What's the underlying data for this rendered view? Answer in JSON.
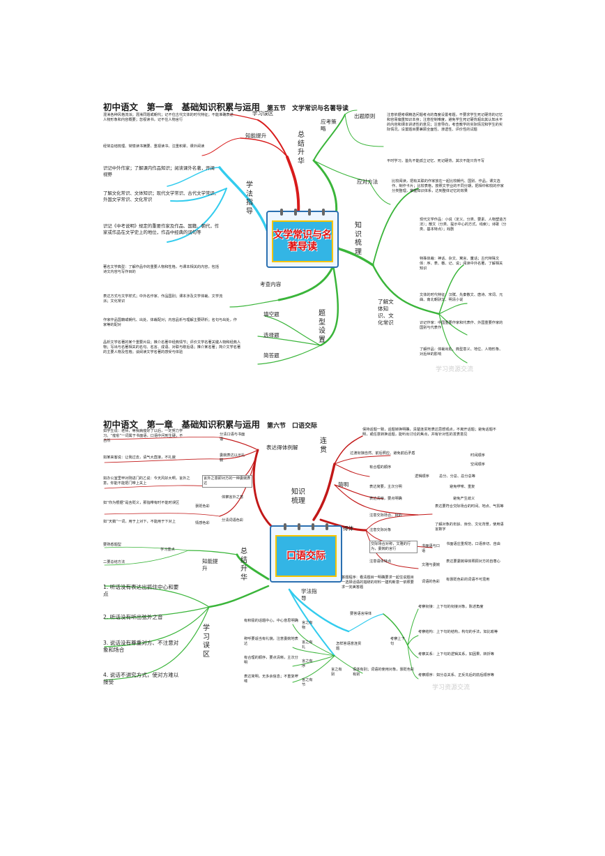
{
  "panel1": {
    "header": "初中语文　第一章　基础知识积累与运用",
    "section": "第五节　文学常识与名著导读",
    "center": "文学常识与名著导读",
    "branches": {
      "zongjie": "总结升华",
      "xuefa": "学法指导",
      "yingkao": "应考策略",
      "zhishi": "知识梳理",
      "kaocha": "考查内容",
      "tixing": "题型设置",
      "liaojie": "了解文体知识、文化常识"
    },
    "labels": {
      "xuexi_wuqu": "学习误区",
      "zhineng_tisheng": "知能提升",
      "chuti_yuanze": "出题原则",
      "yingdui_fangfa": "应对方法",
      "tiankong": "填空题",
      "xuanze": "选择题",
      "jianda": "简答题"
    },
    "texts": {
      "wuqu": "混淆各种风格流派；混淆同题或朝代；记不住古代文体的时代特征；不能准确表述人物形象和内容概要；忽视读书，记不住人物言行",
      "tisheng": "经常总结梳理、常憶读书摘要、重视读书、注重积累、课外阅读",
      "xf1": "识记中外作家；了解课内作品知识；阅读课外名著，开阔视野",
      "xf2": "了解文化常识、文体知识；现代文学常识、古代文学常识、外国文学常识、文化常识",
      "xf3": "识记《中考说明》规定的重要作家及作品、国籍、朝代，作家或作品在文学史上的地位，作品中经典的词句等",
      "kc1": "著名文学典型：了解作品中的重要人物和性格，与课本相关的内容，包括诗文内容与写作目的",
      "kc2": "表达方式与文学样式；中外名作家、作品国别；课本涉及文学体裁、文学流派；文化常识",
      "tk": "作家作品国籍或朝代、出处、体裁配对；内容品析与理解主要研析；名句与出处，作家等的配对",
      "jd": "品析文学名著的某个重要片段；推介名著中经典情节；评价文学名著关键人物和经典人物；写出与名著相关的名句、名言、成语、对联与歇后语；推介某名著；简介文学名著的主要人物及性格；谈阅读文学名著的感受与体验",
      "yz": "注意依据考纲精选问题考点的角度设置考题，不要求学生死记硬背的记忆和容易偏重知识本身；注意控制难度，避免学生死记硬背超出其认知水平的内容和课本讲述性的意见；注意导向，考查教学的实际情况和学生的实际情况，设置题目要兼顾全面性、渗透性、评价性的试题",
      "ying": "平时学习，首先不能孤立记忆、死记硬背，其次不能只背不写",
      "fangfa": "比较阅读，把有关联的作家放在一起比较朝代、国别、作品，课文选作、制作卡片；比较表格，按照文学业的不同分期，把相中和较的作家分类整理，掌握知识体系，达到整体记忆的效果",
      "xd": "现代文学作品：小说（定义、分类、要素、人物塑造方法）；散文（分类、提示中心的方式、线索）；诗歌（分类、基本特点）；戏剧",
      "ts": "特殊体裁：神话、杂文、寓言、童话；古代特殊文体：序、表、檄、记、说；阅读中外名著，了解相关知识",
      "ws": "文体的时代特征：汉赋、先秦散文、唐诗、宋词、元曲、南北朝骈文、明清小说",
      "sj": "识记作家：中国重要作家和代表作、外国重要作家的国别与代表作",
      "lz": "了解作品：体裁出处、典型意义、地位、人物形象、对后世的影响"
    },
    "watermark": "学习资源交流"
  },
  "panel2": {
    "header": "初中语文　第一章　基础知识积累与运用",
    "section": "第六节　口语交际",
    "center": "口语交际",
    "branches": {
      "zhishi": "知识梳理",
      "zongjie": "总结升华",
      "xuefa": "学法指导",
      "lianguan": "连贯",
      "jianming": "简明",
      "deti": "得体",
      "biaoda": "表达得体例解",
      "zhineng": "知能提升",
      "wuqu": "学习误区"
    },
    "labels": {
      "guoduo": "过渡衔接自然、前后照应、避免前后矛盾",
      "youheli": "有合理的顺序",
      "shijian": "时间顺序",
      "kongjian": "空间顺序",
      "luoji": "逻辑顺序",
      "luoji_sub": "总分、分总、总分总等",
      "jianjie": "表达简要，主次分明",
      "bimian": "避免啰嗦、重复",
      "qingxi": "表达清晰，要点明确",
      "bimian2": "避免产生歧义",
      "zhuyi_changhe": "注意交际场合、目的",
      "zhuyi_duixiang": "注意交际对象",
      "zhuyi_yuti": "注意语体特点",
      "shumian": "书面语与口语",
      "wenya": "文雅与委婉",
      "ciyu": "词语的色彩",
      "fenqing": "分清口语与书面语",
      "weiwan": "委婉表达以示礼貌",
      "tichayan": "体察言外之意",
      "fenqingci": "分清词语色彩",
      "baobian": "褒贬色彩",
      "qinggan": "情感色彩",
      "zhongdian": "学习重点",
      "yaoda": "要答语言得体",
      "kaocha_shangxia": "考察上下句",
      "zenyang": "怎样答语意连贯题",
      "yy1": "言之有物",
      "yy2": "言之有礼",
      "yy3": "言之有序",
      "yy4": "言之有节",
      "yy5": "言之有别",
      "t_wuli": "要熟悉题型",
      "t_erli": "二要总结方法",
      "w1": "1. 听话没有表达出抓住中心和要点",
      "w2": "2. 听话没有听出弦外之音",
      "w3": "3. 说话没有尊重对方、不注意对象和场合",
      "w4": "4. 说话不讲究方式，使对方难以接受"
    },
    "texts": {
      "lg1": "保持话题一致，话题转换明确，清楚连贯地表达思想观点，不离开话题；避免话题不明，或任意转换话题，能听出讨论的焦点，并有针对性的发表意见",
      "cs": "表达要符合交际场合的时间、地点、气氛等",
      "dx": "了解对象的年龄、身份、文化背景，使用语言数字",
      "sm": "书面语庄重规范，口语亲切、自由",
      "wy": "表达要委婉得体照顾对方的自尊心",
      "cy": "有褒贬色彩的词语不可混用",
      "hd": "交际场合对称，文雅的行为，委婉的言行",
      "ex1": "如学生说：老师，等我病痊好了以后，一定努力学习。“痊愈”一词属于书面语，口语中问到生硬，不自然",
      "ex2": "如某来客说：让我过去，请气大直接，不礼貌",
      "ex3": "如办公室里甲对刚进门的乙说：今天风好大啊，言外之意，你能不能把门带上关上",
      "yan": "言外之意即对方的一种委婉表达",
      "ex4": "如“你为根据”是含贬义，那指带有时不能时误区",
      "ex5": "如“天鹅”一词，用于上对下，不能用于下对上",
      "dt": "答题程序：看清题目一明确要求一起住说题目一选择话语的措辞的材料一建构新意一依照要求一完美答题",
      "sx1": "考察衔接：上下句的衔接对象，陈述角度",
      "sx2": "考察结构：上下句的结构，构句的手法，如比喻等",
      "sx3": "考察关系：上下句的逻辑关系，如因果、转折等",
      "sx4": "考察顺序：如分总关系、正反先后的前后顺序等",
      "yw1": "有积极的话题中心，中心意思明确",
      "yw2": "称呼要适当有礼貌，注意委婉地表达",
      "yw3": "有合理的顺序，要点清晰，主次分明",
      "yw4": "表达简明，无多余信息；不重复啰嗦",
      "yw5": "语体有别；词语的使用对象，褒贬色彩有别"
    },
    "watermark": "学习资源交流"
  }
}
